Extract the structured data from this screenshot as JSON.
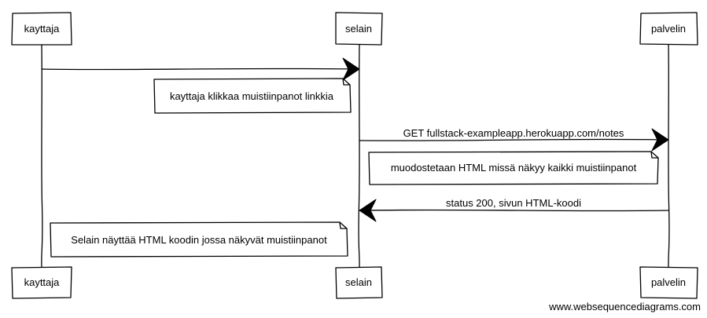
{
  "participants": {
    "user": "kayttaja",
    "browser": "selain",
    "server": "palvelin"
  },
  "messages": {
    "request_notes": "GET fullstack-exampleapp.herokuapp.com/notes",
    "response_status": "status 200, sivun HTML-koodi"
  },
  "notes": {
    "user_clicks": "kayttaja klikkaa muistiinpanot linkkia",
    "server_builds": "muodostetaan HTML missä näkyy kaikki muistiinpanot",
    "browser_shows": "Selain näyttää HTML koodin jossa näkyvät muistiinpanot"
  },
  "footer": {
    "credit": "www.websequencediagrams.com"
  }
}
